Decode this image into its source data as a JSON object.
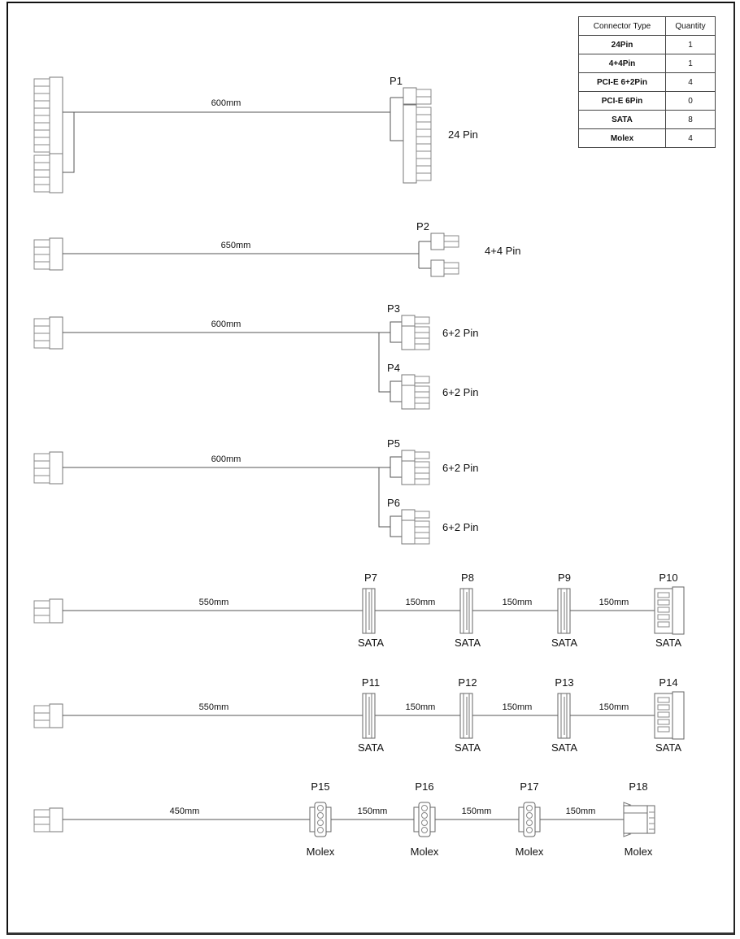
{
  "spec_table": {
    "headers": [
      "Connector Type",
      "Quantity"
    ],
    "rows": [
      {
        "type": "24Pin",
        "quantity": "1"
      },
      {
        "type": "4+4Pin",
        "quantity": "1"
      },
      {
        "type": "PCI-E 6+2Pin",
        "quantity": "4"
      },
      {
        "type": "PCI-E 6Pin",
        "quantity": "0"
      },
      {
        "type": "SATA",
        "quantity": "8"
      },
      {
        "type": "Molex",
        "quantity": "4"
      }
    ]
  },
  "cables": [
    {
      "id": "atx",
      "length": "600mm",
      "connectors": [
        {
          "label": "P1",
          "desc": "24 Pin"
        }
      ]
    },
    {
      "id": "cpu",
      "length": "650mm",
      "connectors": [
        {
          "label": "P2",
          "desc": "4+4 Pin"
        }
      ]
    },
    {
      "id": "pcie1",
      "length": "600mm",
      "connectors": [
        {
          "label": "P3",
          "desc": "6+2 Pin"
        },
        {
          "label": "P4",
          "desc": "6+2 Pin"
        }
      ]
    },
    {
      "id": "pcie2",
      "length": "600mm",
      "connectors": [
        {
          "label": "P5",
          "desc": "6+2 Pin"
        },
        {
          "label": "P6",
          "desc": "6+2 Pin"
        }
      ]
    },
    {
      "id": "sata1",
      "length": "550mm",
      "segments": [
        "150mm",
        "150mm",
        "150mm"
      ],
      "connectors": [
        {
          "label": "P7",
          "desc": "SATA"
        },
        {
          "label": "P8",
          "desc": "SATA"
        },
        {
          "label": "P9",
          "desc": "SATA"
        },
        {
          "label": "P10",
          "desc": "SATA"
        }
      ]
    },
    {
      "id": "sata2",
      "length": "550mm",
      "segments": [
        "150mm",
        "150mm",
        "150mm"
      ],
      "connectors": [
        {
          "label": "P11",
          "desc": "SATA"
        },
        {
          "label": "P12",
          "desc": "SATA"
        },
        {
          "label": "P13",
          "desc": "SATA"
        },
        {
          "label": "P14",
          "desc": "SATA"
        }
      ]
    },
    {
      "id": "molex",
      "length": "450mm",
      "segments": [
        "150mm",
        "150mm",
        "150mm"
      ],
      "connectors": [
        {
          "label": "P15",
          "desc": "Molex"
        },
        {
          "label": "P16",
          "desc": "Molex"
        },
        {
          "label": "P17",
          "desc": "Molex"
        },
        {
          "label": "P18",
          "desc": "Molex"
        }
      ]
    }
  ],
  "colors": {
    "line": "#555555",
    "outline": "#666666",
    "pin": "#888888",
    "text": "#111111"
  }
}
